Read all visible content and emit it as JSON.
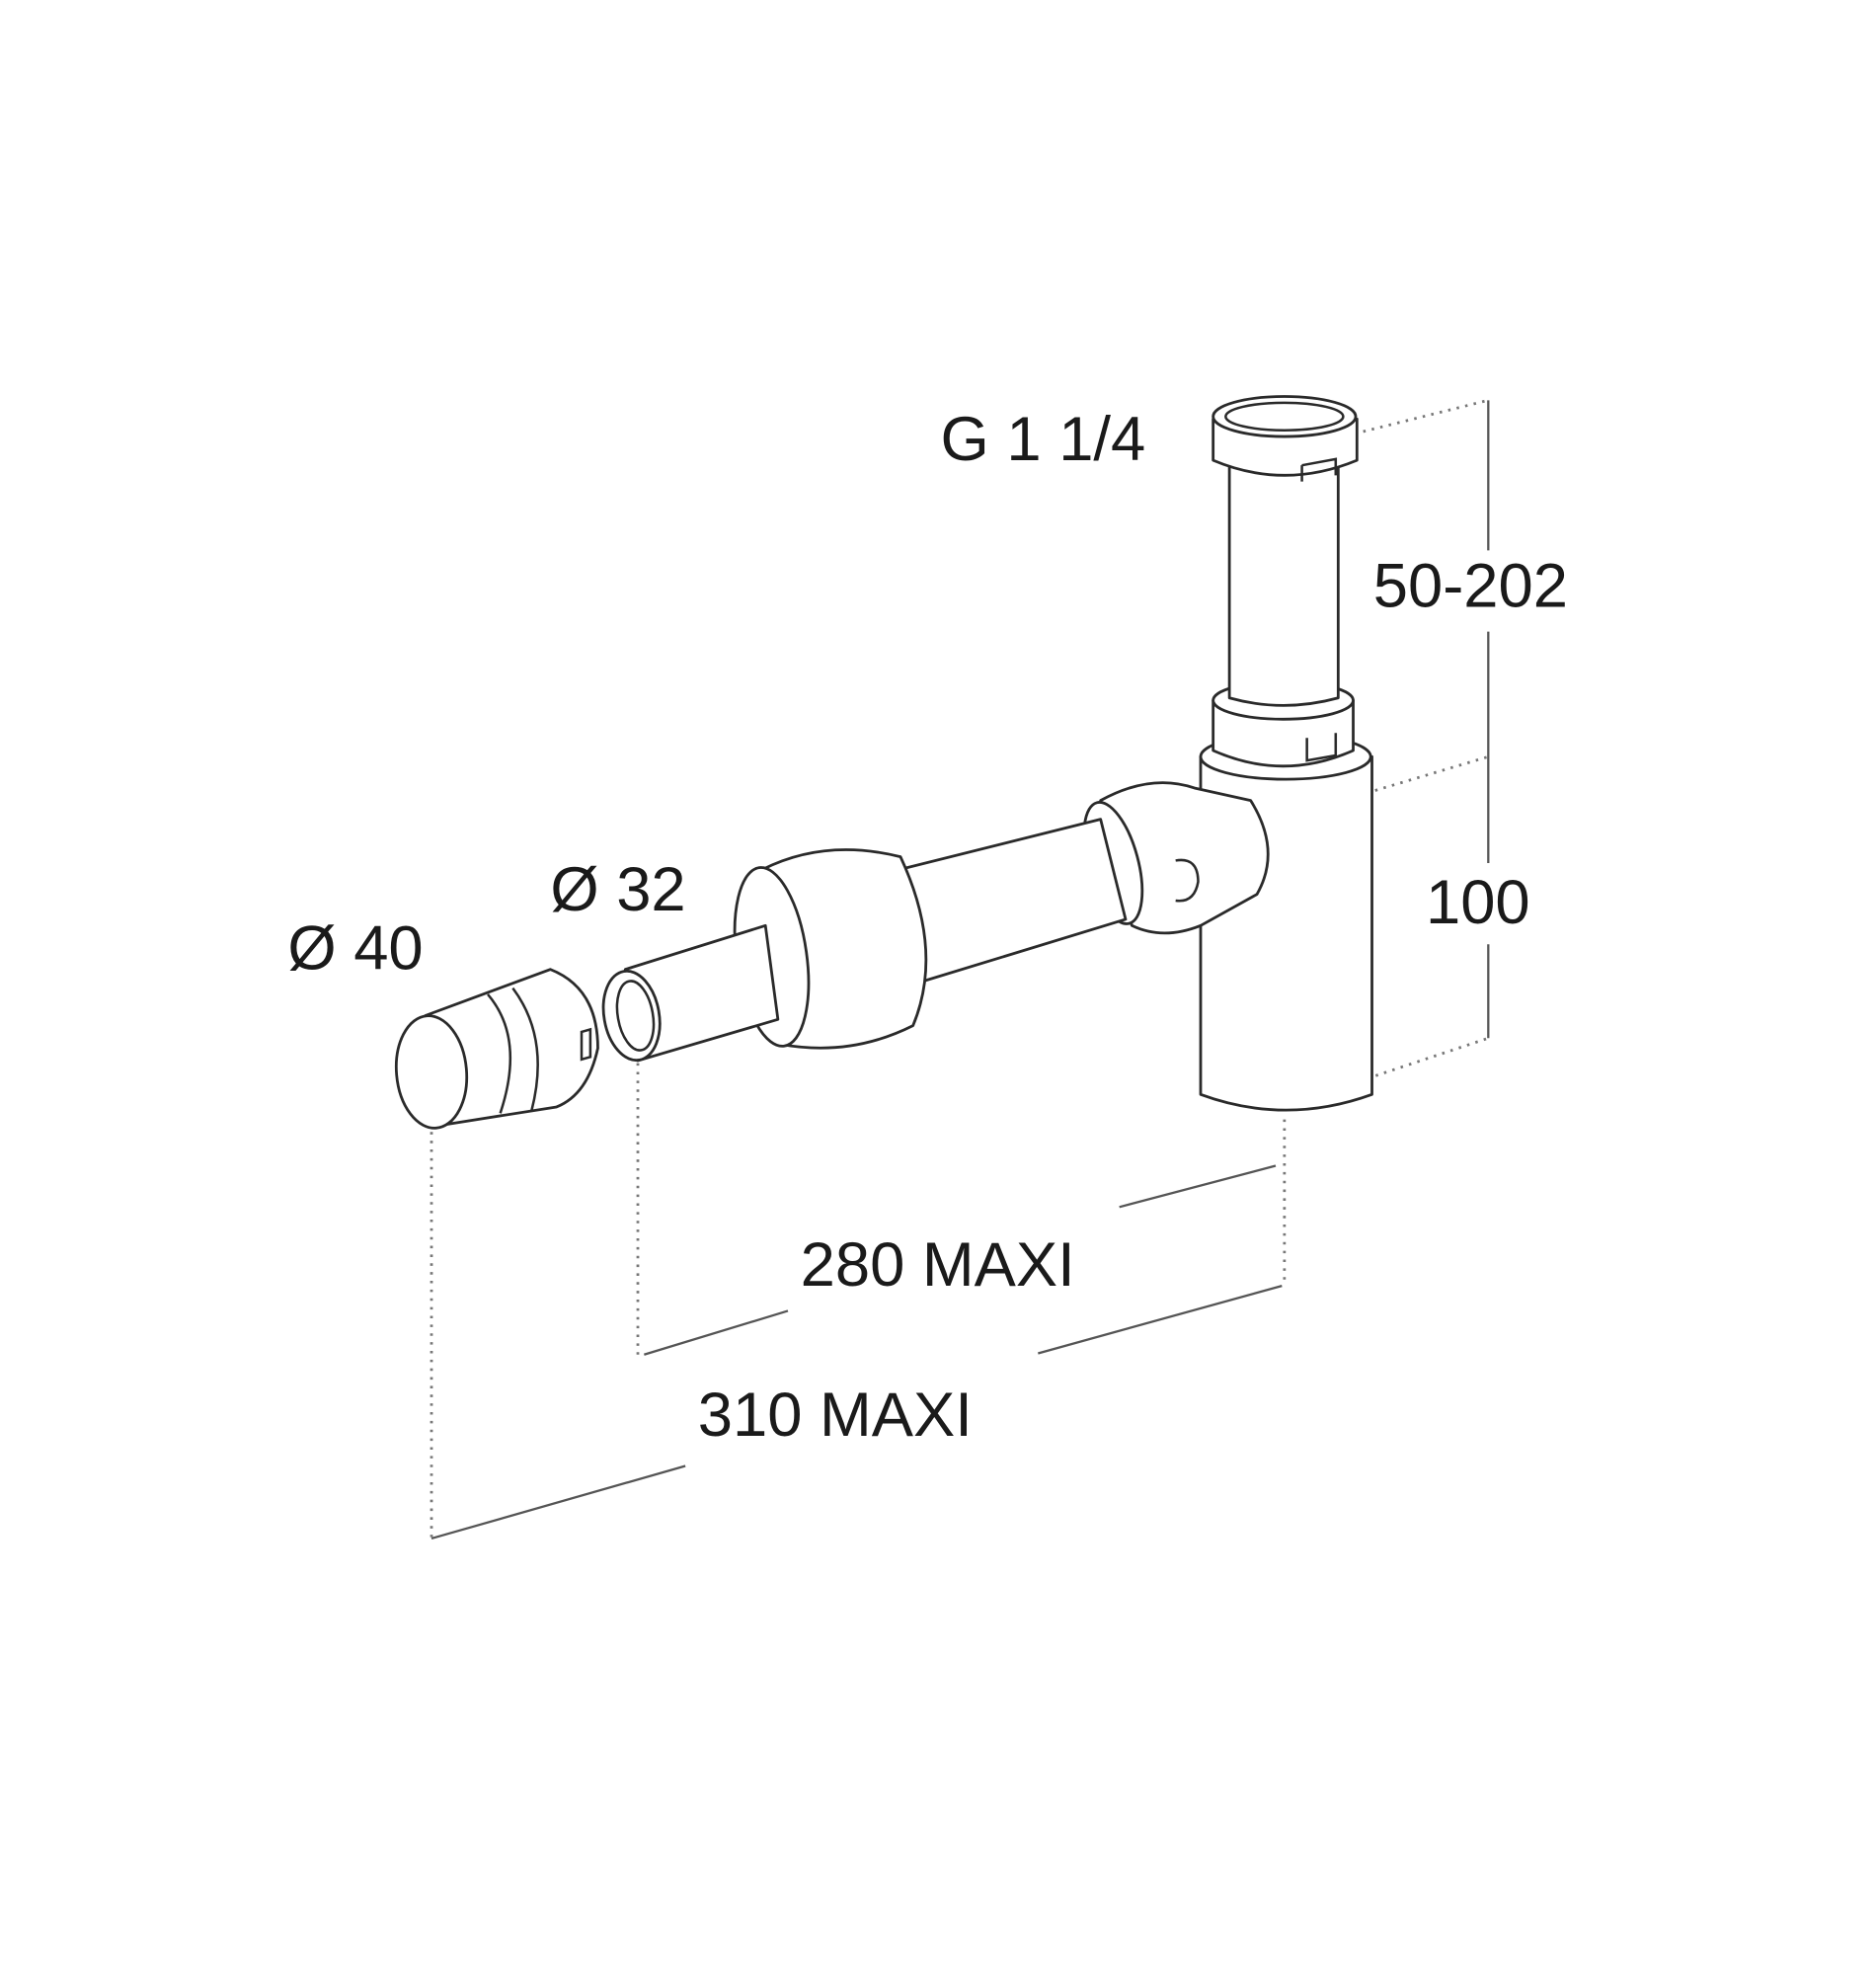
{
  "labels": {
    "thread": "G 1 1/4",
    "height_range": "50-202",
    "height_fixed": "100",
    "diameter_outlet": "Ø 40",
    "diameter_pipe": "Ø 32",
    "length_280": "280 MAXI",
    "length_310": "310 MAXI"
  },
  "colors": {
    "line": "#2a2a2a",
    "background": "#ffffff"
  }
}
